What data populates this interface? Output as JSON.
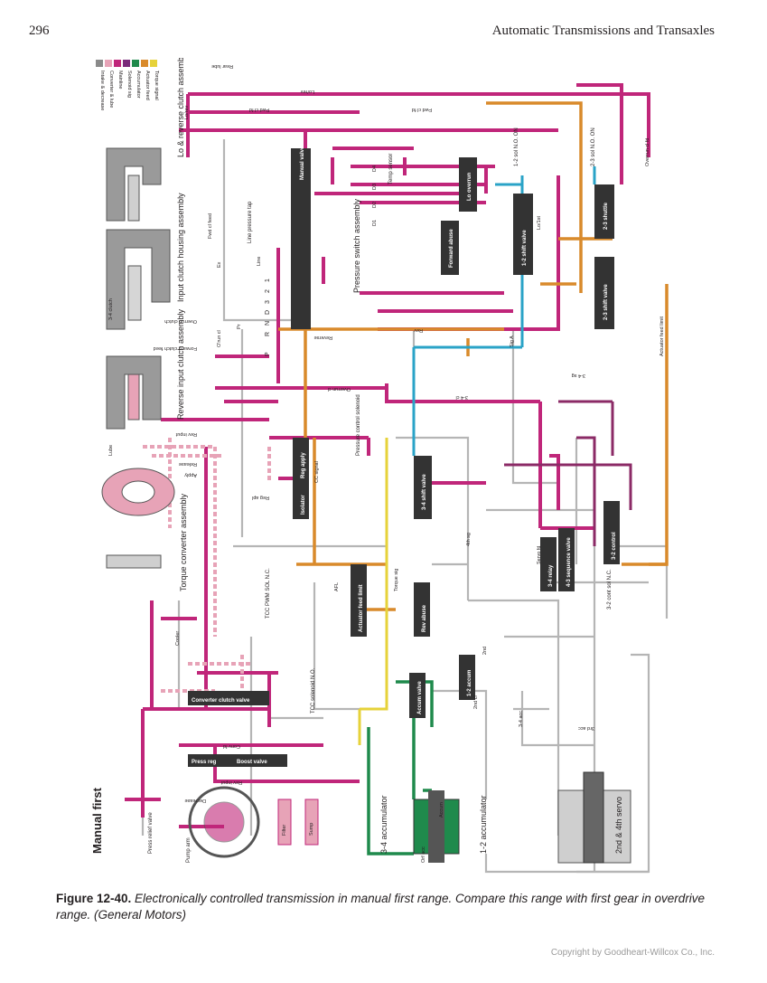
{
  "header": {
    "page_number": "296",
    "running_title": "Automatic Transmissions and Transaxles"
  },
  "figure": {
    "mode_title": "Manual first",
    "legend": [
      {
        "label": "Intake & decrease",
        "color": "#8a8a8a"
      },
      {
        "label": "Converter & lube",
        "color": "#e7a3b7"
      },
      {
        "label": "Mainline",
        "color": "#c0267a"
      },
      {
        "label": "Solenoid sig",
        "color": "#7a2a7a"
      },
      {
        "label": "Accumulator",
        "color": "#1f8a4c"
      },
      {
        "label": "Actuator feed",
        "color": "#d98a2b"
      },
      {
        "label": "Torque signal",
        "color": "#e6d23a"
      }
    ],
    "assemblies": {
      "lo_reverse": "Lo & reverse clutch assembly",
      "input_clutch": "Input clutch housing assembly",
      "reverse_input": "Reverse input clutch assembly",
      "torque_converter": "Torque converter assembly",
      "pressure_switch": "Pressure switch assembly",
      "accum_34": "3-4 accumulator",
      "accum_12": "1-2 accumulator",
      "servo": "2nd & 4th servo",
      "pressure_control_solenoid": "Pressure control solenoid",
      "tcc_solenoid": "TCC solenoid N.O.",
      "tcc_pwm": "TCC PWM SOL N.C.",
      "sol_12": "1-2 sol N.O. ON",
      "sol_23": "2-3 sol N.O. ON",
      "sol_32": "3-2 cont sol N.C.",
      "temp_sensor": "Temp sensor",
      "line_pressure_tap": "Line pressure tap",
      "pump": "Pump arm",
      "press_relief": "Press relief valve"
    },
    "valves": [
      "Manual valve",
      "Lo overrun",
      "Forward abuse",
      "1-2 shift valve",
      "2-3 shuttle",
      "2-3 shift valve",
      "3-4 shift valve",
      "Reg apply",
      "Isolator",
      "Actuator feed limit",
      "Rev abuse",
      "3-4 relay",
      "4-3 sequence valve",
      "3-2 control",
      "Accum valve",
      "1-2 accum",
      "Converter clutch valve",
      "Boost valve",
      "Press reg"
    ],
    "selector_positions": [
      "P",
      "R",
      "N",
      "D",
      "3",
      "2",
      "1"
    ],
    "line_labels": [
      "Rear lube",
      "Lo/rev",
      "Lo/rev",
      "Fwd cl fd",
      "Fwd cl fd",
      "D4",
      "D3",
      "D2",
      "D1",
      "Fwd cl feed",
      "Line",
      "Pr",
      "Ex",
      "O'run cl",
      "Overrun clutch",
      "Forward clutch feed",
      "3-4 clutch",
      "Lube",
      "Rev input",
      "Release",
      "Apply",
      "Cooler",
      "Filter",
      "Sump",
      "Decrease",
      "Rev input",
      "Conv fd",
      "Reg apl",
      "CC signal",
      "Torque sig",
      "AFL",
      "Reverse",
      "Rev",
      "Overrun cl",
      "3-4 cl",
      "Servo fd",
      "3-4 sg",
      "2nd",
      "4th sg",
      "3-4 acc",
      "3rd acc",
      "2nd cl",
      "Actuator feed limit",
      "Overrun cl fd",
      "Sig A",
      "Lo/1st",
      "Orf acc",
      "Accum"
    ]
  },
  "caption": {
    "label": "Figure 12-40.",
    "text": "Electronically controlled transmission in manual first range. Compare this range with first gear in overdrive range. (General Motors)"
  },
  "copyright": "Copyright by Goodheart-Willcox Co., Inc.",
  "colors": {
    "mainline": "#c0267a",
    "converter_lube": "#e7a3b7",
    "intake": "#8a8a8a",
    "accumulator": "#1f8a4c",
    "actuator_feed": "#d98a2b",
    "torque_signal": "#e6d23a",
    "solenoid_signal": "#2aa3c7",
    "exhaust": "#bdbdbd"
  }
}
